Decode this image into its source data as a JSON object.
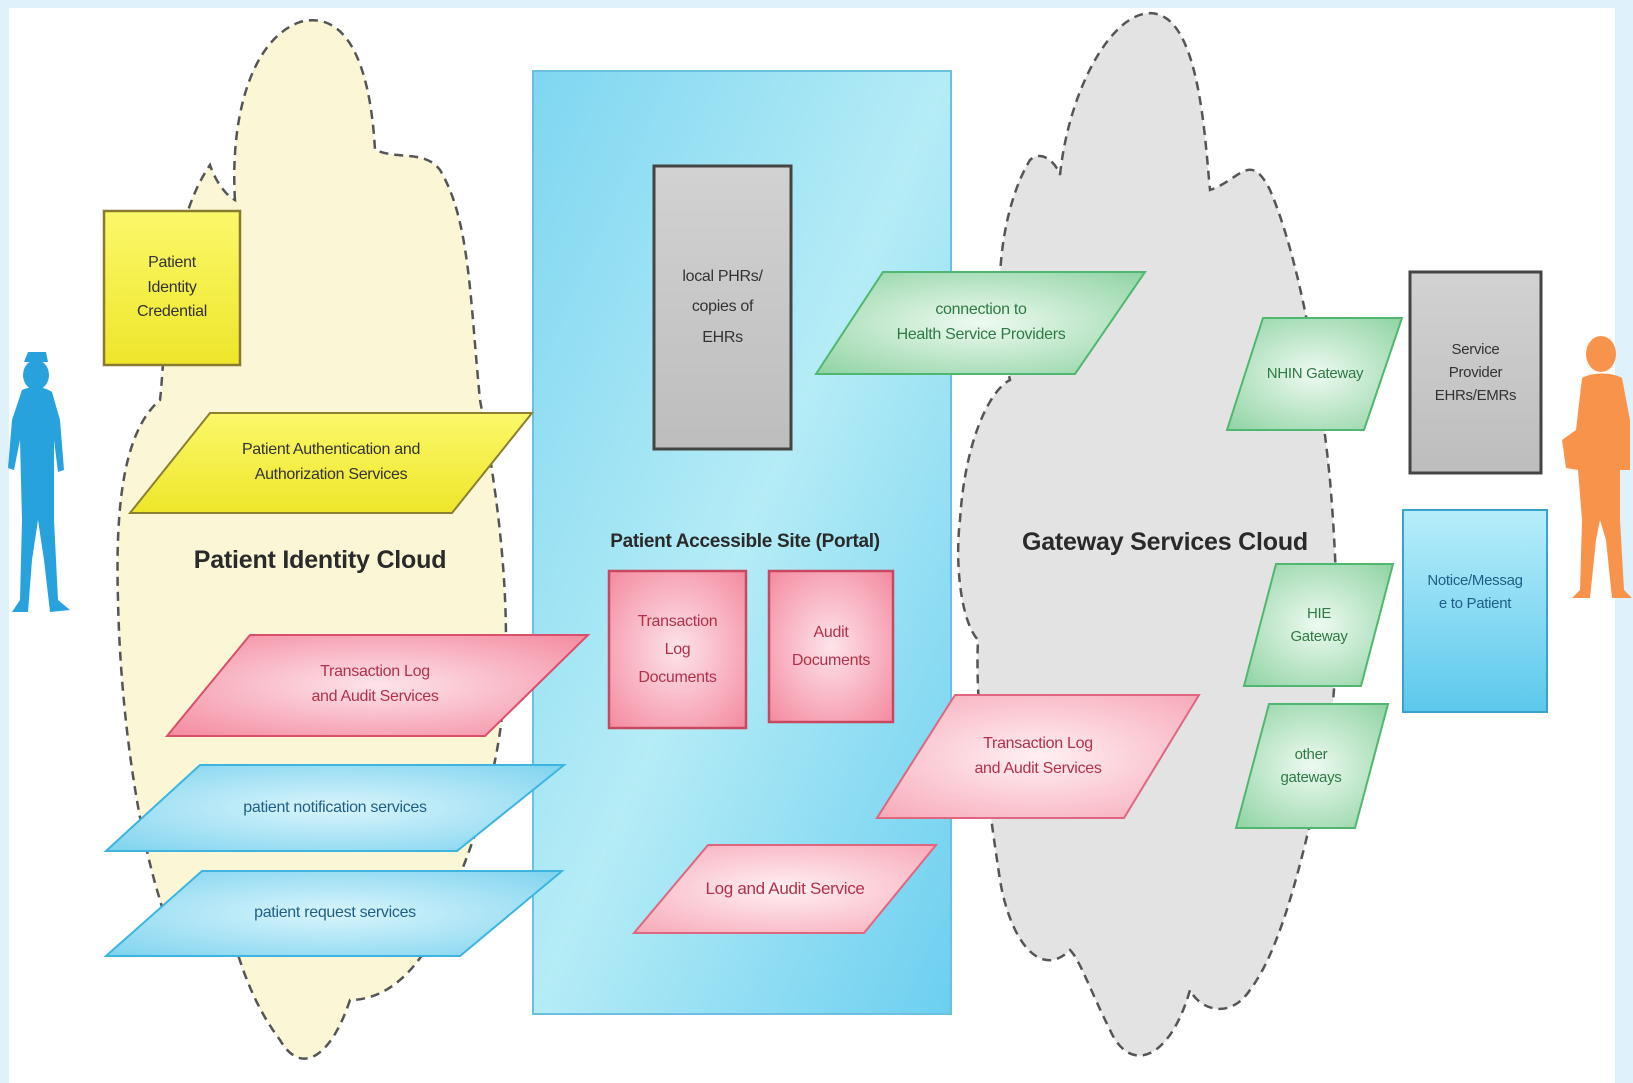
{
  "clouds": {
    "patient_identity": "Patient Identity Cloud",
    "portal": "Patient Accessible Site (Portal)",
    "gateway": "Gateway Services Cloud"
  },
  "left": {
    "credential": "Patient\nIdentity\nCredential",
    "auth": "Patient Authentication and\nAuthorization Services",
    "txlog": "Transaction Log\nand Audit Services",
    "notify": "patient notification services",
    "request": "patient request  services"
  },
  "portal": {
    "phr": "local PHRs/\ncopies of\nEHRs",
    "txdocs": "Transaction\nLog\nDocuments",
    "audit_docs": "Audit\nDocuments",
    "log_audit": "Log and Audit Service"
  },
  "gateway": {
    "connection": "connection to\nHealth Service Providers",
    "txlog": "Transaction Log\nand Audit Services",
    "nhin": "NHIN Gateway",
    "hie": "HIE\nGateway",
    "other": "other\ngateways"
  },
  "right": {
    "provider": "Service\nProvider\nEHRs/EMRs",
    "notice": "Notice/Messag\ne to Patient"
  },
  "colors": {
    "identity_cloud": "#fbf6d6",
    "gateway_cloud": "#e3e3e3",
    "portal": "#8fdcf3",
    "yellow": "#f4f03a",
    "pink": "#f7a7b6",
    "green": "#bfe8c9",
    "blue": "#9fe3f5",
    "gray": "#c8c8c8",
    "patient_figure": "#27a2dc",
    "provider_figure": "#f8934c"
  }
}
